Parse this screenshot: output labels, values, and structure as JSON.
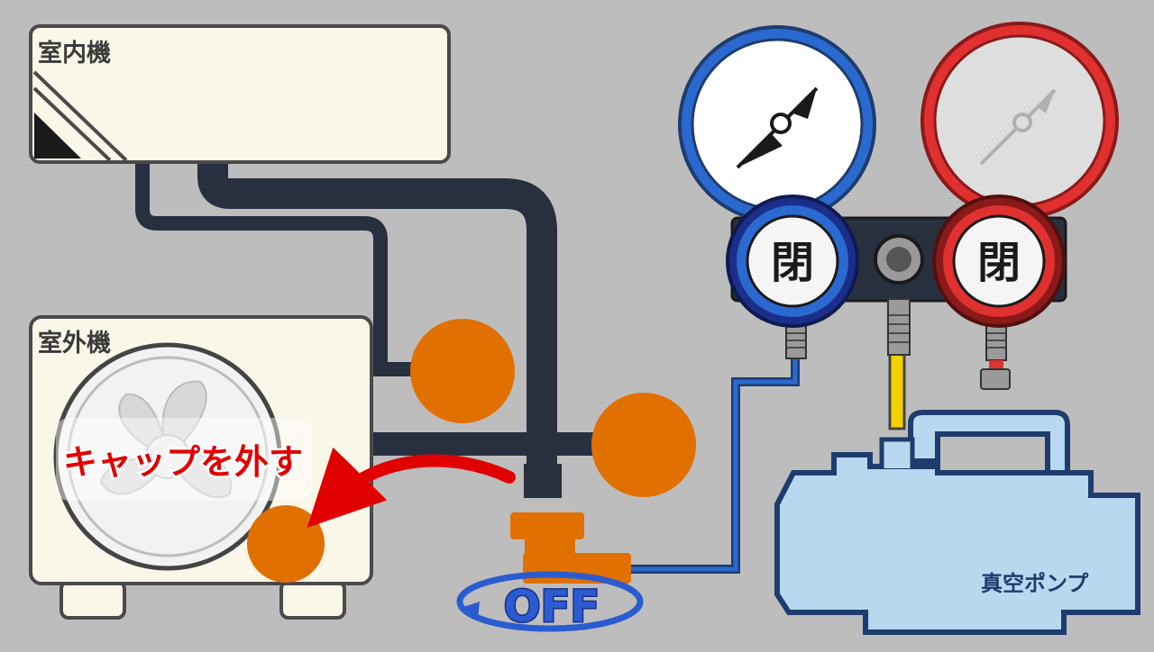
{
  "labels": {
    "indoor_unit": "室内機",
    "outdoor_unit": "室外機",
    "instruction": "キャップを外す",
    "low_valve": "閉",
    "high_valve": "閉",
    "pump": "真空ポンプ",
    "pump_switch": "OFF"
  },
  "icons": {
    "low_gauge": "pressure-gauge-icon",
    "high_gauge": "pressure-gauge-icon",
    "fan": "fan-icon",
    "rotation": "rotate-arrow-icon",
    "instruction_arrow": "curved-arrow-icon"
  },
  "colors": {
    "background": "#bdbdbd",
    "unit_fill": "#faf6e8",
    "pipe": "#283040",
    "port_cap": "#e07000",
    "low_side": "#2a6ad0",
    "high_side": "#e03030",
    "charge_hose": "#f5d000",
    "pump_fill": "#b8d8f0",
    "pump_outline": "#1f3c6e",
    "instruction_text": "#e00000"
  }
}
